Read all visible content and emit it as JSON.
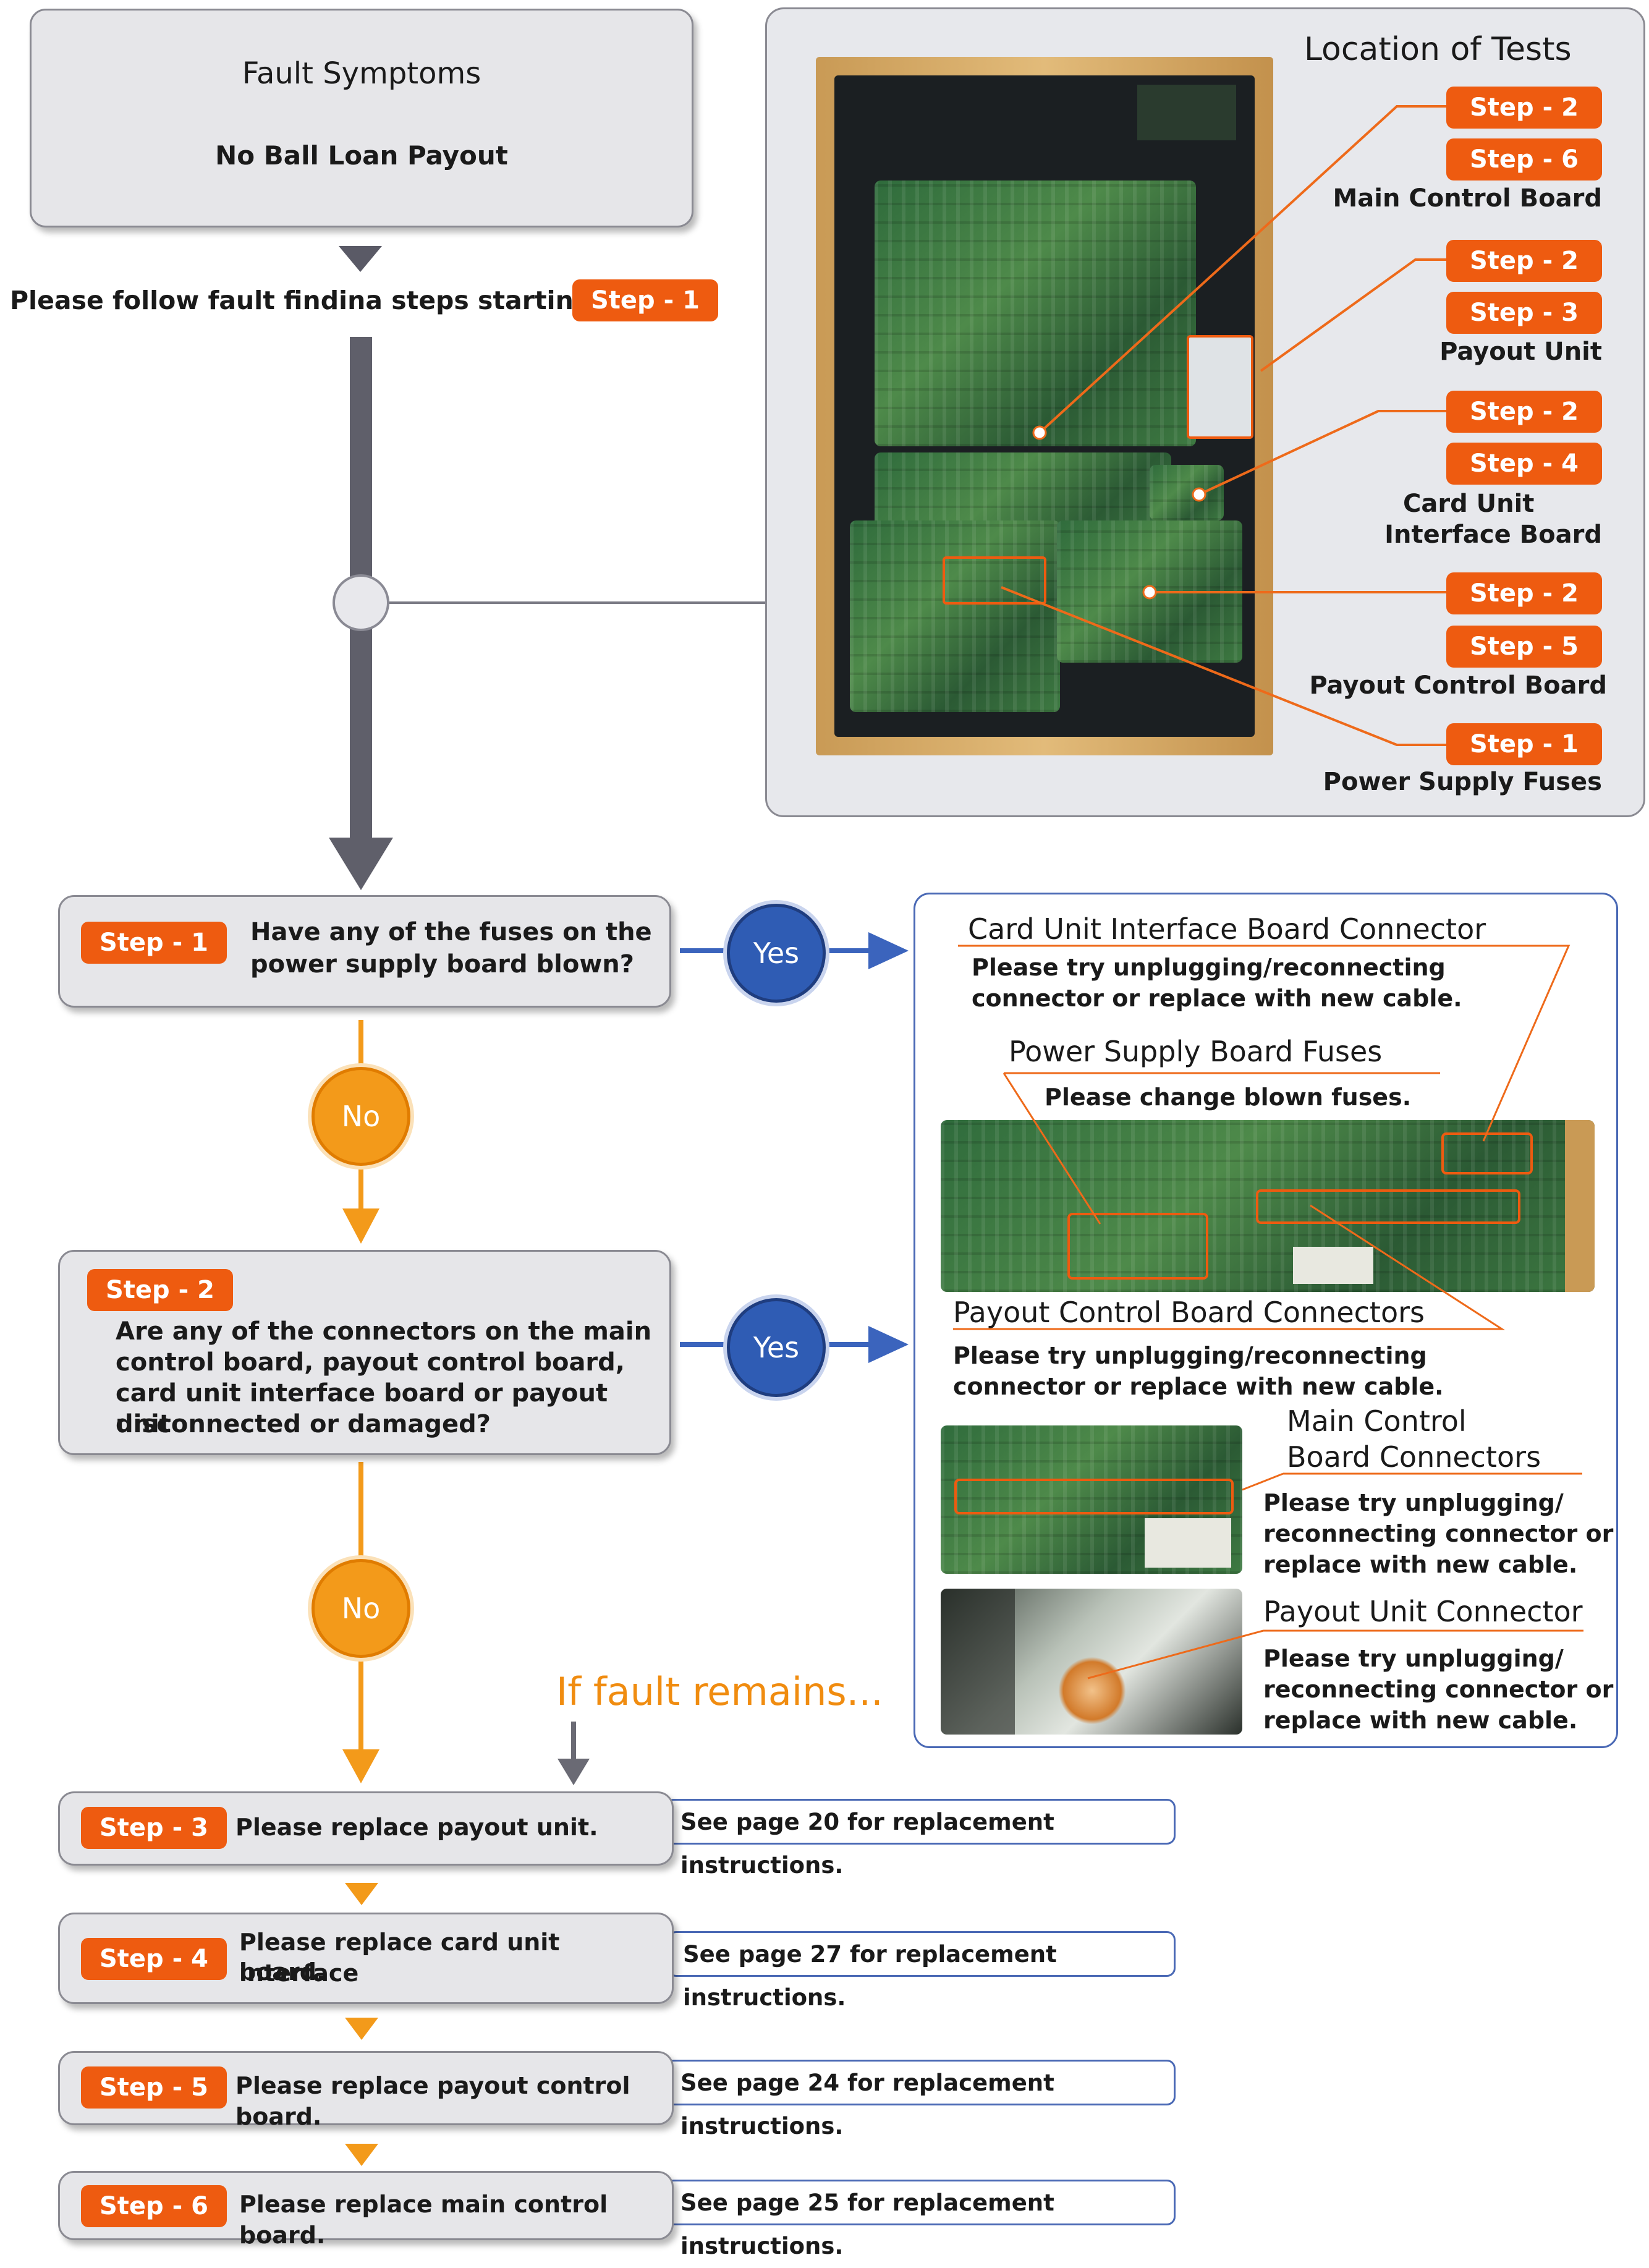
{
  "header": {
    "fault_title": "Fault Symptoms",
    "fault_symptom": "No Ball Loan Payout",
    "follow_text": "Please follow fault findina steps starting at",
    "follow_step": "Step - 1"
  },
  "location": {
    "title": "Location of Tests",
    "groups": [
      {
        "steps": [
          "Step - 2",
          "Step - 6"
        ],
        "label": "Main Control Board"
      },
      {
        "steps": [
          "Step - 2",
          "Step - 3"
        ],
        "label": "Payout Unit"
      },
      {
        "steps": [
          "Step - 2",
          "Step - 4"
        ],
        "label_line1": "Card Unit",
        "label_line2": "Interface Board"
      },
      {
        "steps": [
          "Step - 2",
          "Step - 5"
        ],
        "label": "Payout Control Board"
      },
      {
        "steps": [
          "Step - 1"
        ],
        "label": "Power Supply Fuses"
      }
    ]
  },
  "flow": {
    "step1": {
      "badge": "Step - 1",
      "line1": "Have any of the fuses on the",
      "line2": "power supply board blown?"
    },
    "step2": {
      "badge": "Step - 2",
      "line1": "Are any of the connectors on the main",
      "line2": "control board, payout control board,",
      "line3": "card unit interface board or payout unit",
      "line4": "disconnected or damaged?"
    },
    "yes_label": "Yes",
    "no_label": "No",
    "if_fault": "If fault remains...",
    "replace_steps": [
      {
        "badge": "Step - 3",
        "text": "Please replace payout unit.",
        "see": "See page 20 for replacement instructions."
      },
      {
        "badge": "Step - 4",
        "text": "Please replace card unit interface",
        "text2": "board.",
        "see": "See page 27 for replacement instructions."
      },
      {
        "badge": "Step - 5",
        "text": "Please replace payout control board.",
        "see": "See page 24 for replacement instructions."
      },
      {
        "badge": "Step - 6",
        "text": "Please replace main control board.",
        "see": "See page 25 for replacement instructions."
      }
    ]
  },
  "help": {
    "card_title": "Card Unit Interface Board Connector",
    "card_l1": "Please try unplugging/reconnecting",
    "card_l2": "connector or replace with new cable.",
    "fuse_title": "Power Supply Board Fuses",
    "fuse_l1": "Please change blown fuses.",
    "payout_ctrl_title": "Payout Control Board Connectors",
    "payout_ctrl_l1": "Please try unplugging/reconnecting",
    "payout_ctrl_l2": "connector or replace with new cable.",
    "main_title_l1": "Main Control",
    "main_title_l2": "Board Connectors",
    "main_l1": "Please try unplugging/",
    "main_l2": "reconnecting connector or",
    "main_l3": "replace with new cable.",
    "payout_unit_title": "Payout Unit Connector",
    "pu_l1": "Please try unplugging/",
    "pu_l2": "reconnecting connector or",
    "pu_l3": "replace with new cable."
  },
  "colors": {
    "accent": "#ee5b10",
    "yes": "#2f5cb4",
    "no": "#f39a1a",
    "frame": "#4a69b5"
  }
}
